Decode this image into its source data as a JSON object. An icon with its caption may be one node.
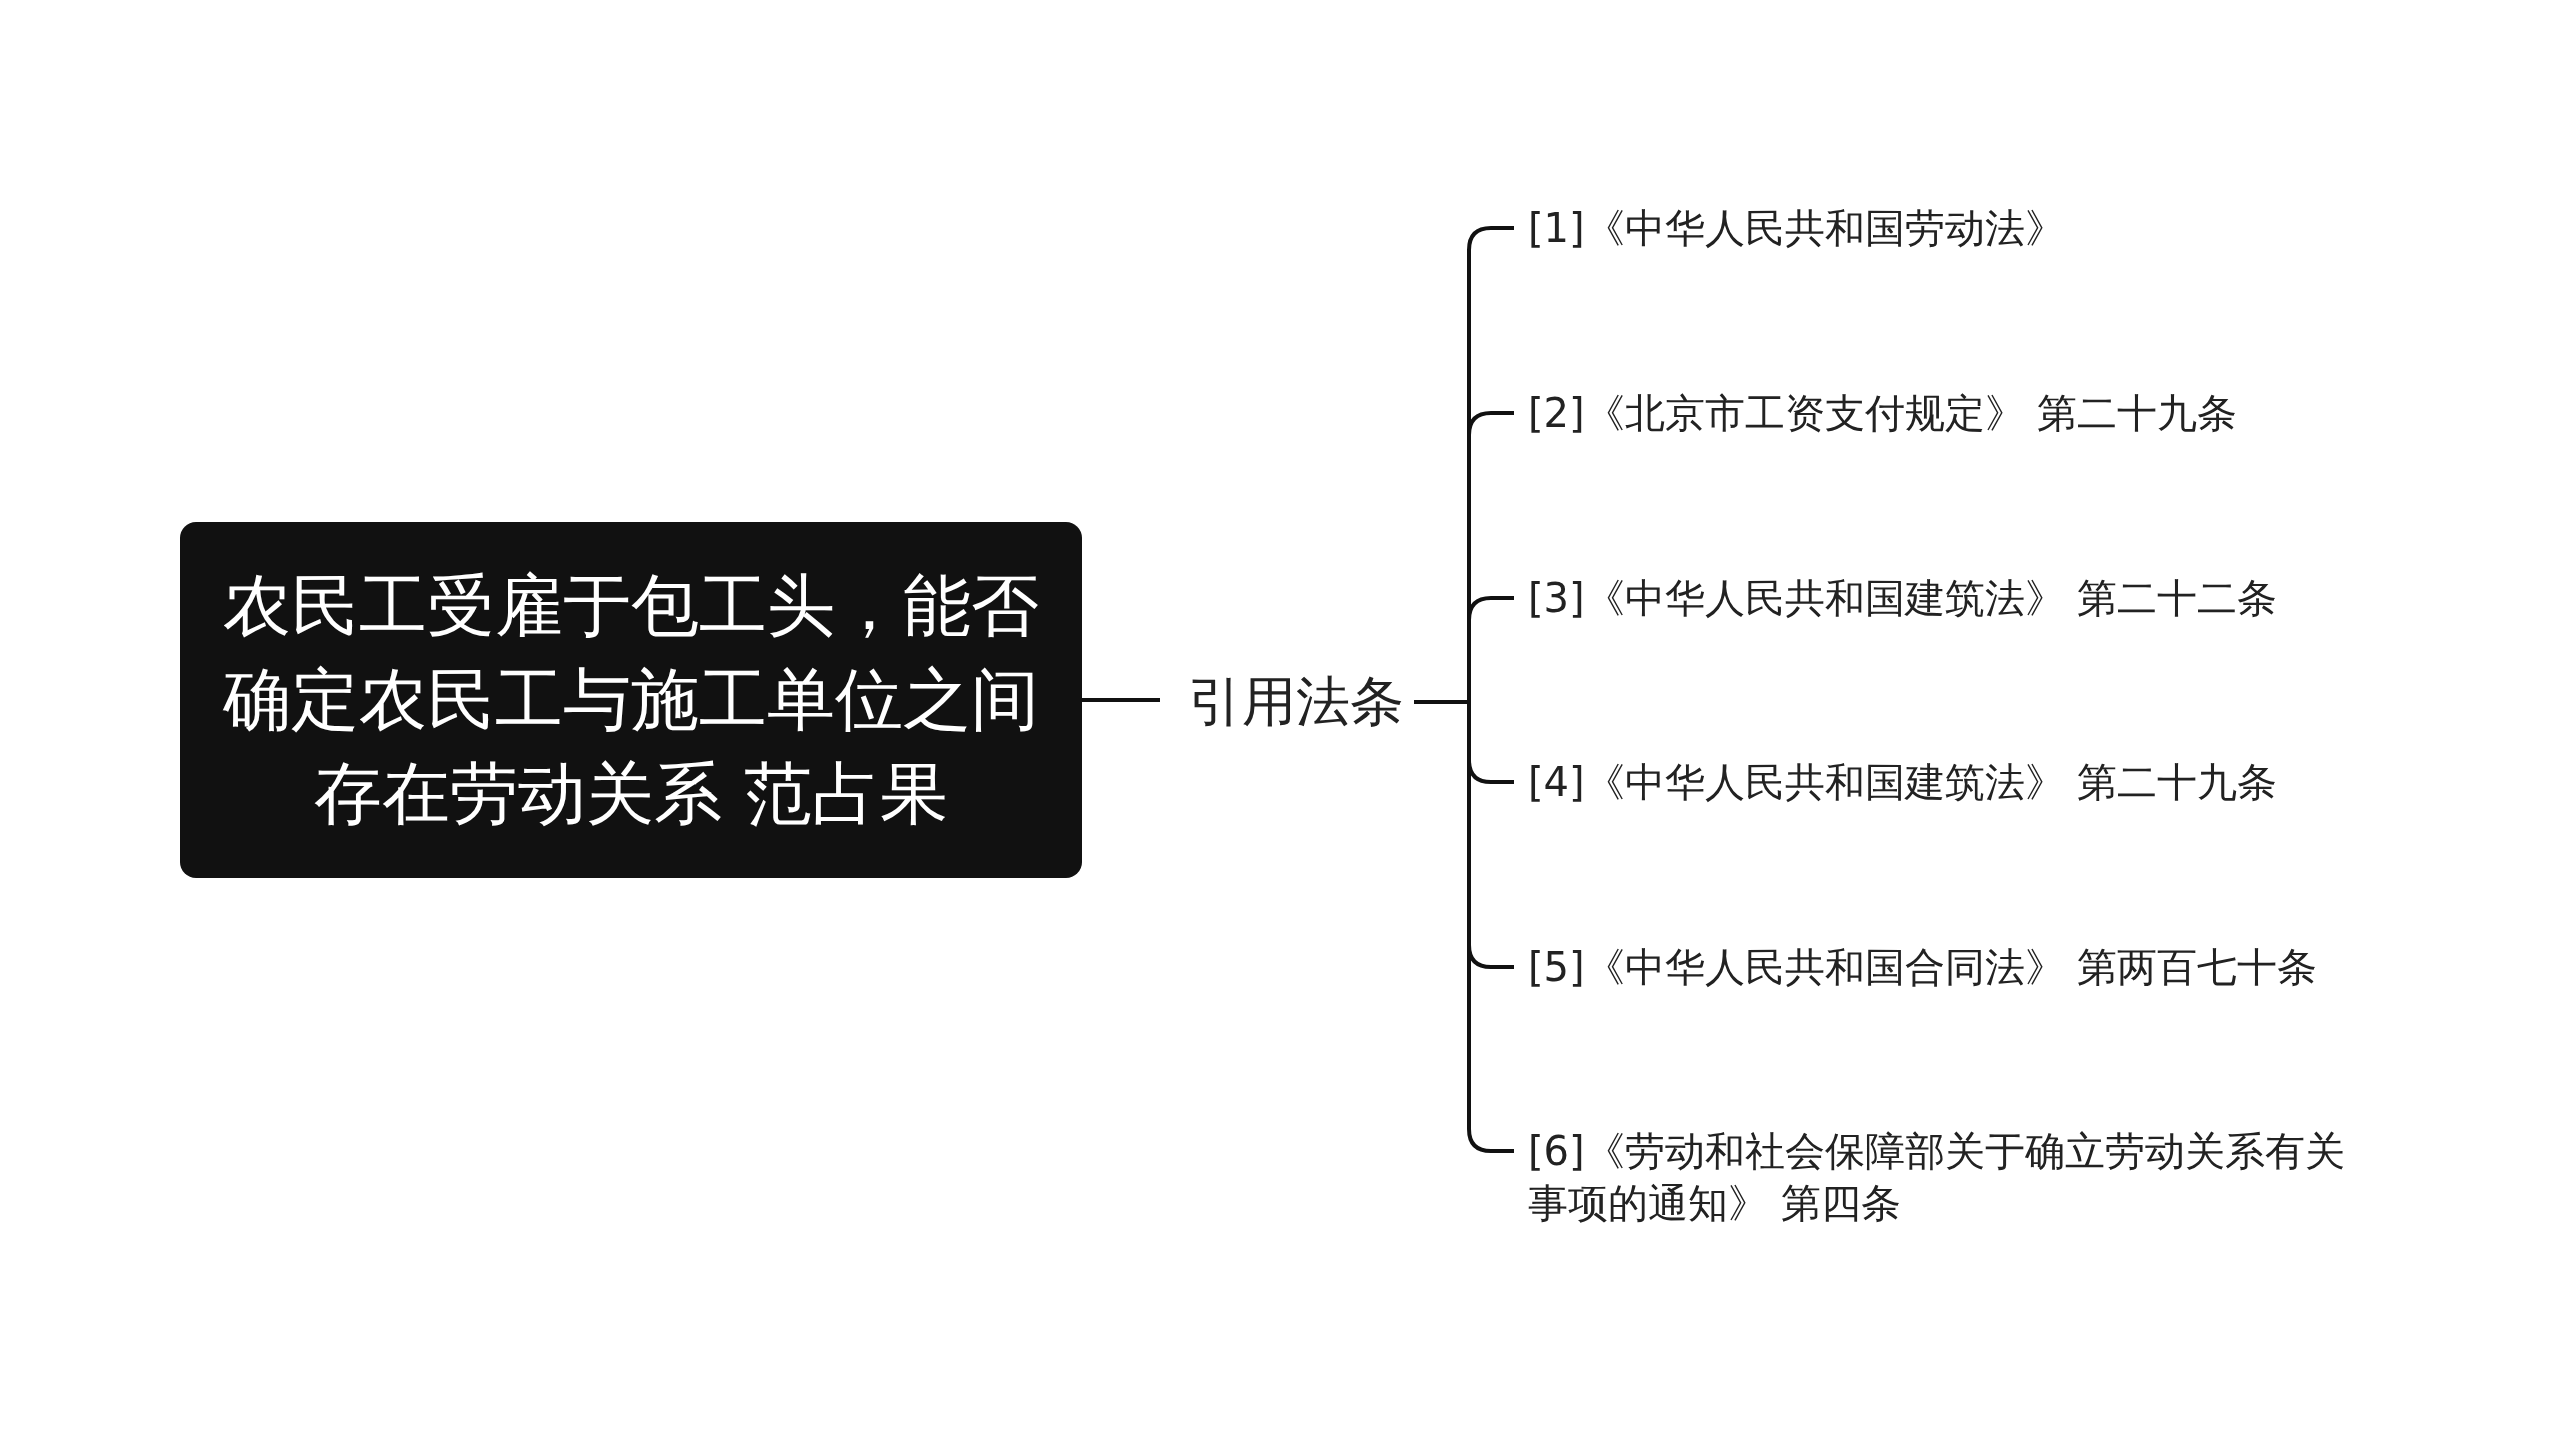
{
  "diagram": {
    "nodes": [
      {
        "text": [
          "农民工受雇于包工头，能否确定农民工与施工单位之间存在劳动关系 范占果"
        ]
      },
      {
        "text": [
          "引用法条"
        ]
      },
      {
        "text": [
          "[1]《中华人民共和国劳动法》"
        ]
      },
      {
        "text": [
          "[2]《北京市工资支付规定》 第二十九条"
        ]
      },
      {
        "text": [
          "[3]《中华人民共和国建筑法》 第二十二条"
        ]
      },
      {
        "text": [
          "[4]《中华人民共和国建筑法》 第二十九条"
        ]
      },
      {
        "text": [
          "[5]《中华人民共和国合同法》 第两百七十条"
        ]
      },
      {
        "text": [
          "[6]《劳动和社会保障部关于确立劳动关系有关事项的通知》 第四条"
        ]
      }
    ],
    "edges": [
      {
        "from": 0,
        "to": 1,
        "arrow": "none"
      },
      {
        "from": 1,
        "to": 2,
        "arrow": "none"
      },
      {
        "from": 1,
        "to": 3,
        "arrow": "none"
      },
      {
        "from": 1,
        "to": 4,
        "arrow": "none"
      },
      {
        "from": 1,
        "to": 5,
        "arrow": "none"
      },
      {
        "from": 1,
        "to": 6,
        "arrow": "none"
      },
      {
        "from": 1,
        "to": 7,
        "arrow": "none"
      }
    ]
  }
}
